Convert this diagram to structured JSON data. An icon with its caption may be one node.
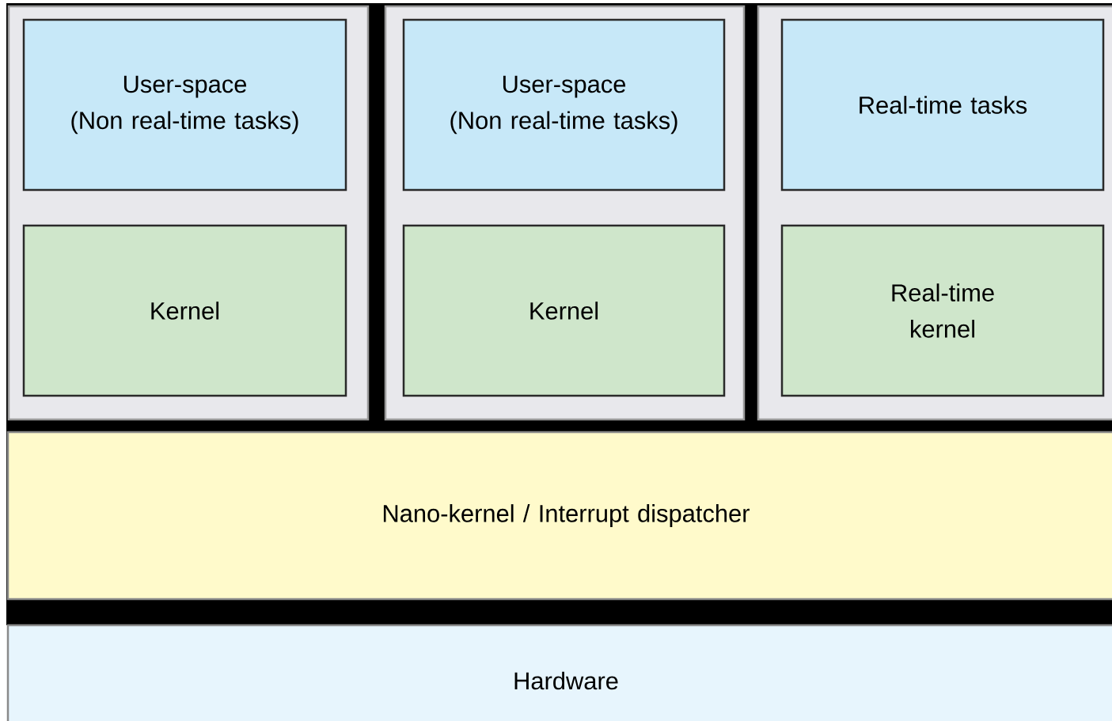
{
  "diagram": {
    "nodes": [
      {
        "text": [],
        "shape": "box"
      },
      {
        "text": [
          "User-space",
          "(Non real-time tasks)"
        ],
        "in": 0
      },
      {
        "text": [
          "Kernel"
        ],
        "in": 0
      },
      {
        "text": [],
        "shape": "box"
      },
      {
        "text": [
          "User-space",
          "(Non real-time tasks)"
        ],
        "in": 3
      },
      {
        "text": [
          "Kernel"
        ],
        "in": 3
      },
      {
        "text": [],
        "shape": "box"
      },
      {
        "text": [
          "Real-time tasks"
        ],
        "in": 6
      },
      {
        "text": [
          "Real-time kernel"
        ],
        "in": 6
      },
      {
        "text": [
          "Nano-kernel / Interrupt dispatcher"
        ]
      },
      {
        "text": [
          "Hardware"
        ]
      }
    ]
  }
}
